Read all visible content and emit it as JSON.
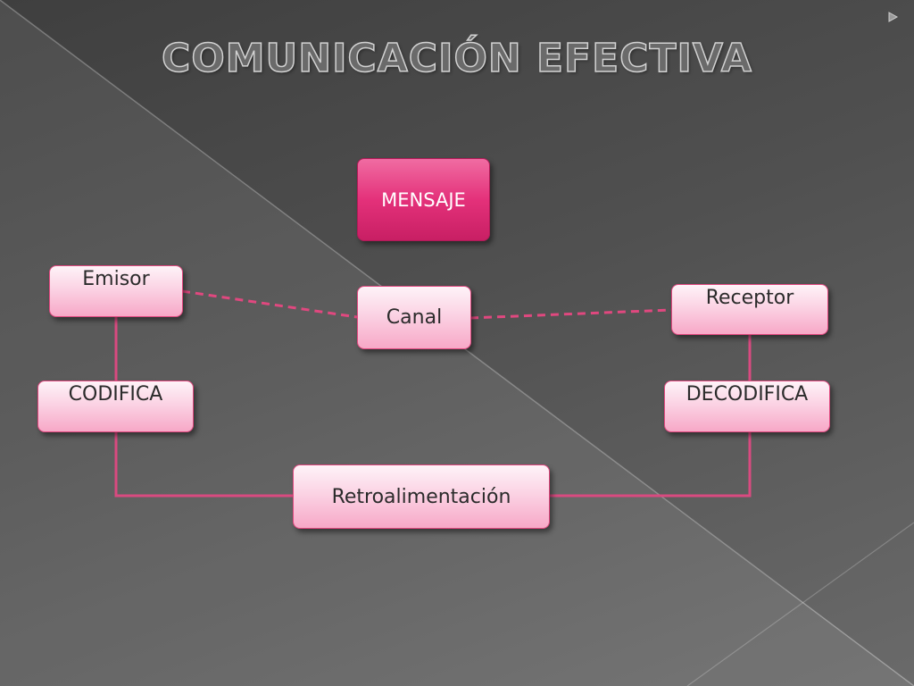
{
  "slide": {
    "title": "COMUNICACIÓN EFECTIVA"
  },
  "nodes": {
    "mensaje": "MENSAJE",
    "emisor": "Emisor",
    "canal": "Canal",
    "receptor": "Receptor",
    "codifica": "CODIFICA",
    "decodifica": "DECODIFICA",
    "retroalimentacion": "Retroalimentación"
  },
  "colors": {
    "accent": "#e4317a",
    "connector": "#e0487f",
    "node_fill": "#fbd3e4",
    "background": "#4f4f4f"
  },
  "icons": {
    "nav": "chevron-right-icon"
  }
}
